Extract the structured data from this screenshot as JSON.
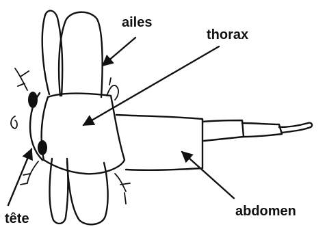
{
  "labels": {
    "wings": "ailes",
    "thorax": "thorax",
    "head": "tête",
    "abdomen": "abdomen"
  },
  "colors": {
    "ink": "#111111",
    "background": "#ffffff"
  }
}
